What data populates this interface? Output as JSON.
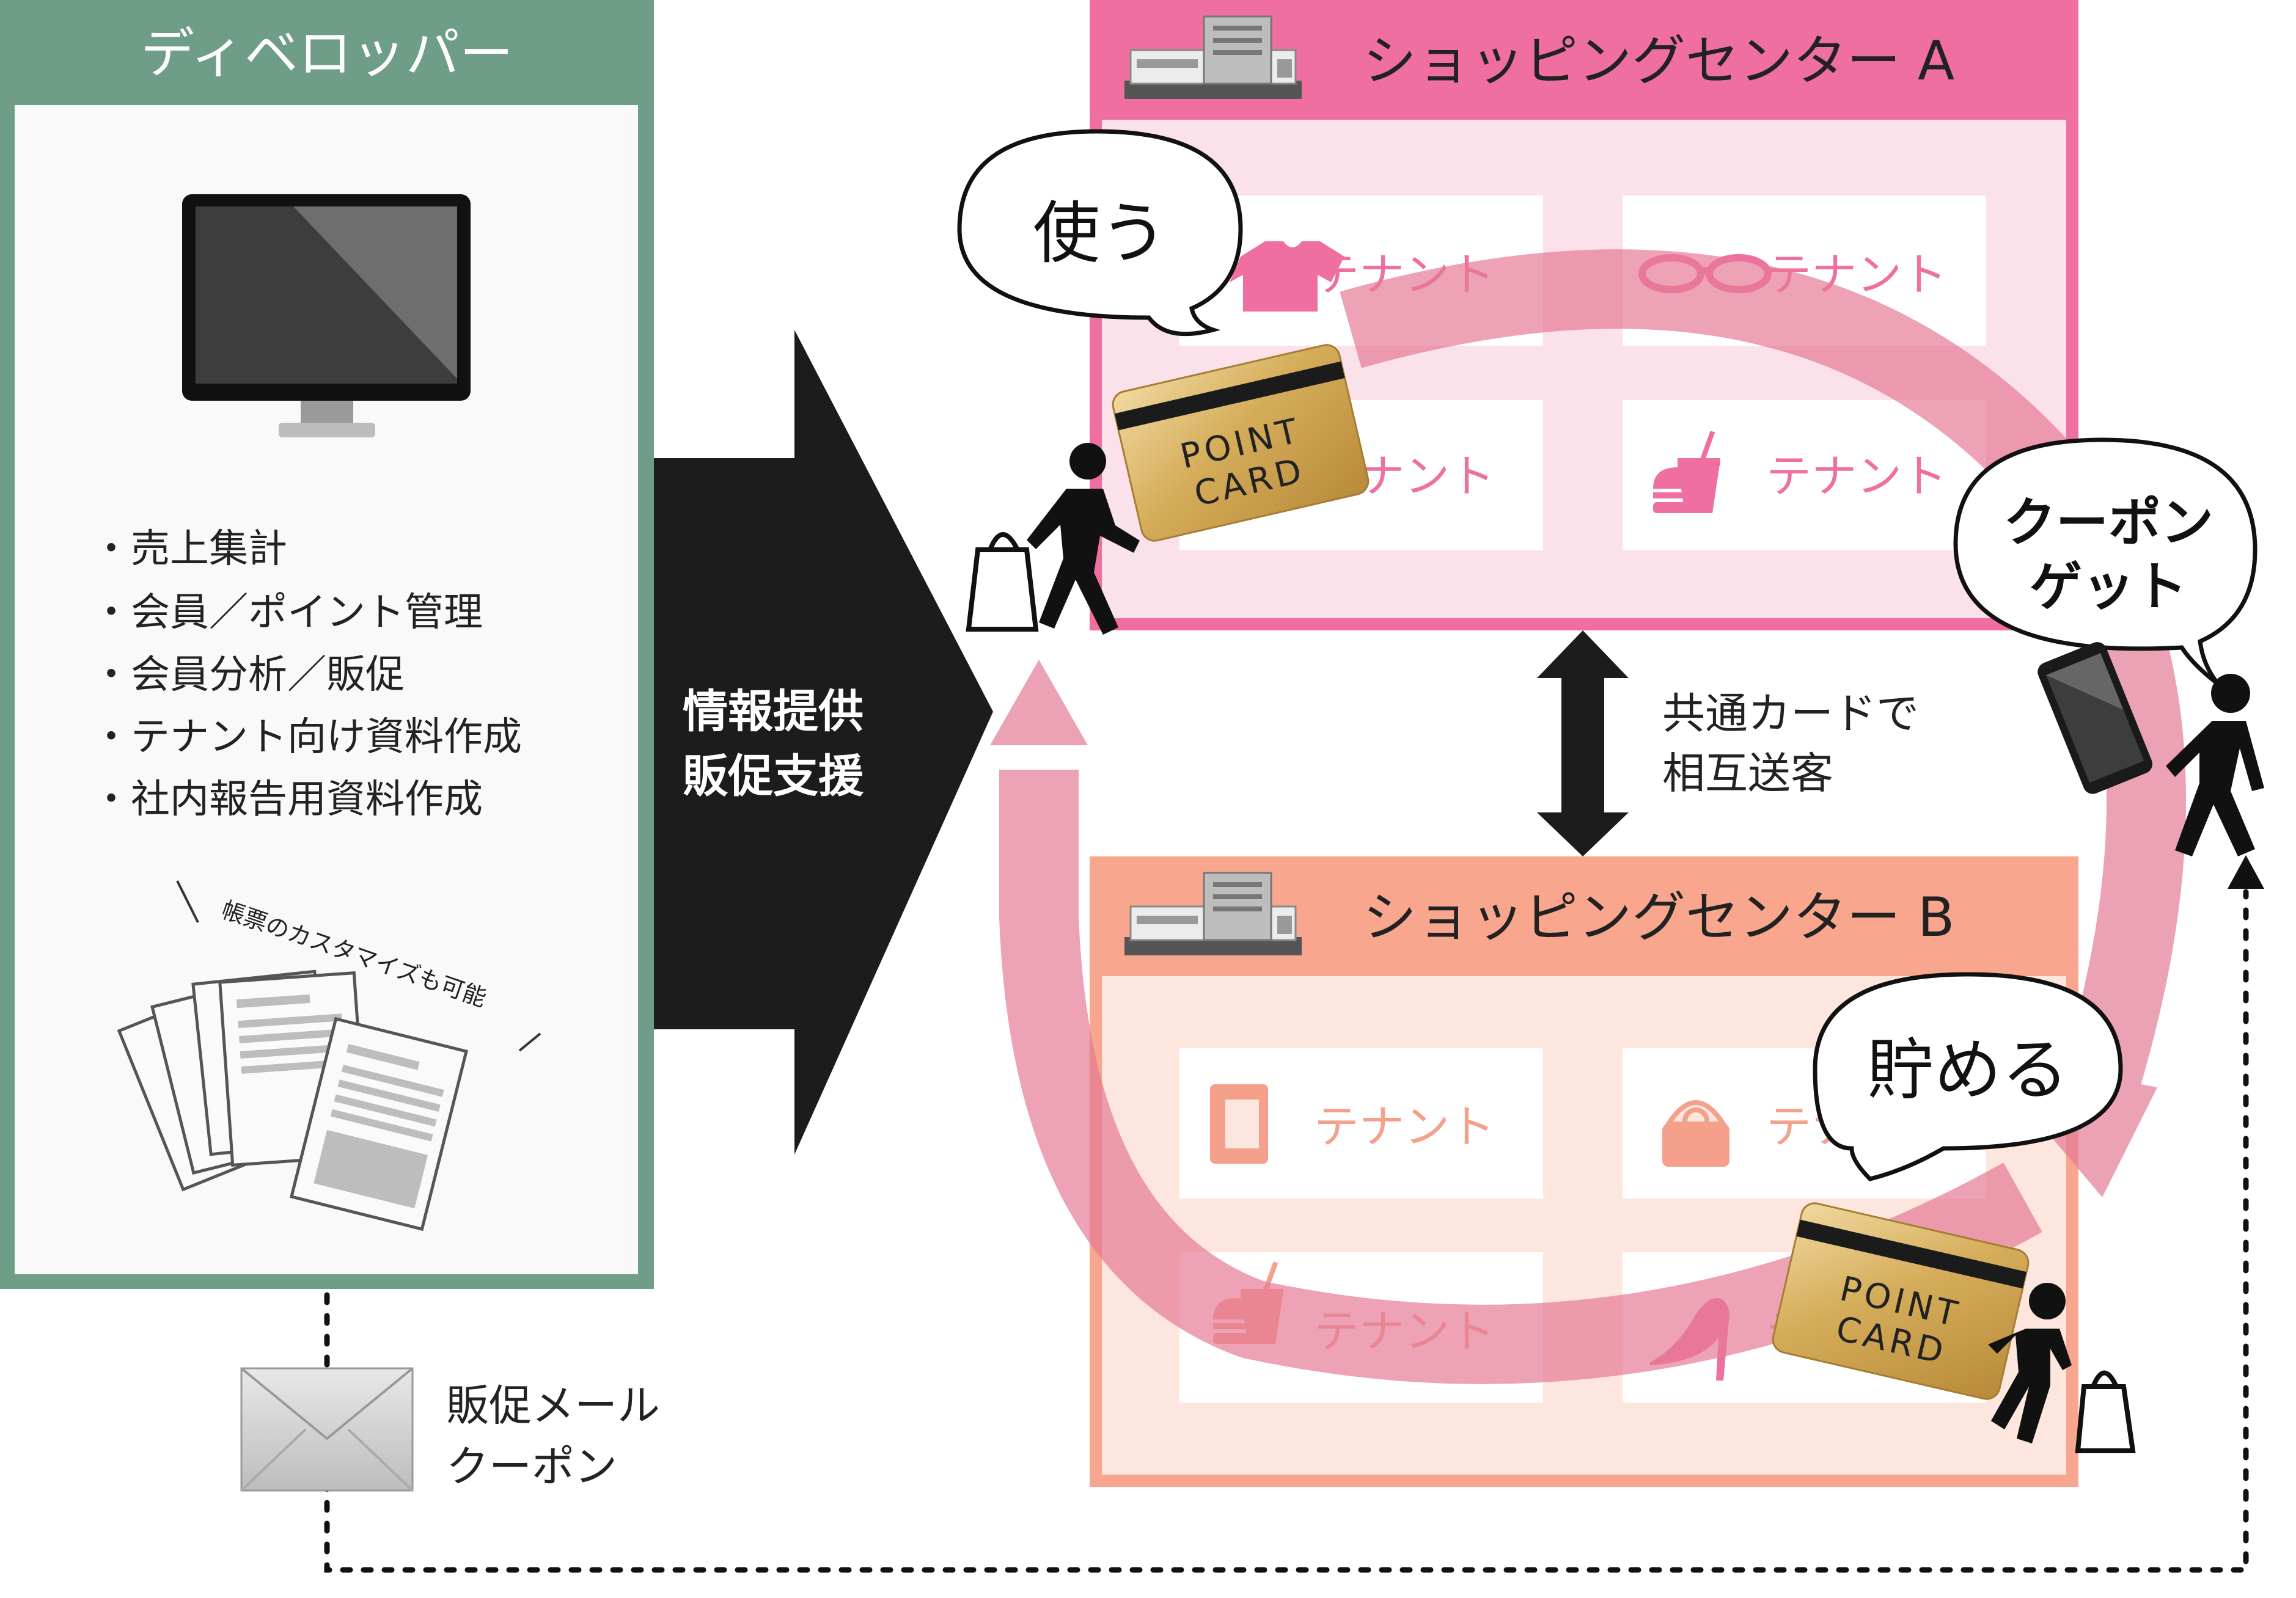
{
  "developer": {
    "title": "ディベロッパー",
    "items": [
      "・売上集計",
      "・会員／ポイント管理",
      "・会員分析／販促",
      "・テナント向け資料作成",
      "・社内報告用資料作成"
    ],
    "customize_note": "帳票のカスタマイズも可能"
  },
  "arrow_label": {
    "line1": "情報提供",
    "line2": "販促支援"
  },
  "center_a": {
    "title": "ショッピングセンター A"
  },
  "center_b": {
    "title": "ショッピングセンター B"
  },
  "tenant_label": "テナント",
  "bubbles": {
    "use": "使う",
    "coupon_line1": "クーポン",
    "coupon_line2": "ゲット",
    "save": "貯める"
  },
  "point_card": {
    "line1": "POINT",
    "line2": "CARD"
  },
  "mutual": {
    "line1": "共通カードで",
    "line2": "相互送客"
  },
  "mail": {
    "line1": "販促メール",
    "line2": "クーポン"
  },
  "colors": {
    "developer_green": "#6e9e87",
    "center_a_pink": "#ee6fa0",
    "center_a_fill": "#fbe1ea",
    "center_b_salmon": "#f8a68d",
    "center_b_fill": "#fde6dd",
    "cycle_arrow": "#e57b96",
    "tenant_pink_text": "#ee6fa0",
    "tenant_salmon_text": "#f4a08a"
  },
  "icons": [
    "monitor-icon",
    "documents-icon",
    "mall-building-icon",
    "tshirt-icon",
    "glasses-icon",
    "burger-drink-icon",
    "book-icon",
    "ring-box-icon",
    "high-heel-icon",
    "point-card-icon",
    "shopper-icon",
    "walker-icon",
    "smartphone-icon",
    "envelope-icon",
    "double-arrow-icon"
  ]
}
